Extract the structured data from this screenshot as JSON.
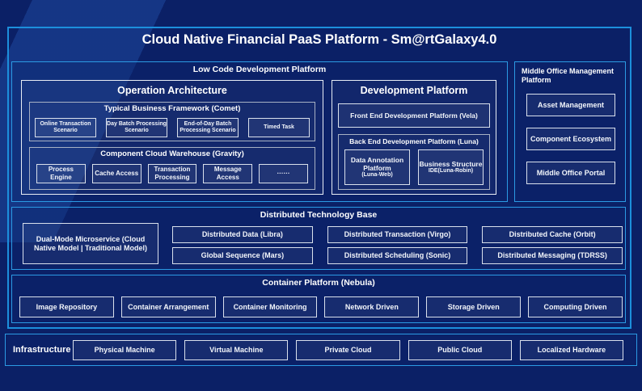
{
  "page": {
    "title": "Cloud Native Financial PaaS Platform - Sm@rtGalaxy4.0"
  },
  "low_code": {
    "title": "Low Code Development Platform",
    "operation": {
      "title": "Operation Architecture",
      "comet": {
        "title": "Typical Business Framework (Comet)",
        "items": [
          "Online Transaction Scenario",
          "Day Batch Processing Scenario",
          "End-of-Day Batch Processing Scenario",
          "Timed Task"
        ]
      },
      "gravity": {
        "title": "Component Cloud Warehouse (Gravity)",
        "items": [
          "Process Engine",
          "Cache Access",
          "Transaction Processing",
          "Message Access",
          "······"
        ]
      }
    },
    "development": {
      "title": "Development Platform",
      "front_end": {
        "label": "Front End Development Platform (Vela)"
      },
      "back_end": {
        "title": "Back End Development Platform (Luna)",
        "items": [
          {
            "label": "Data Annotation Platform",
            "sub": "(Luna-Web)"
          },
          {
            "label": "Business Structure",
            "sub": "IDE(Luna-Robin)"
          }
        ]
      }
    }
  },
  "middle_office": {
    "title": "Middle Office Management Platform",
    "items": [
      "Asset Management",
      "Component Ecosystem",
      "Middle Office Portal"
    ]
  },
  "distributed": {
    "title": "Distributed Technology Base",
    "microservice": "Dual-Mode Microservice (Cloud Native Model | Traditional Model)",
    "items": [
      "Distributed Data (Libra)",
      "Distributed Transaction (Virgo)",
      "Distributed Cache (Orbit)",
      "Global Sequence (Mars)",
      "Distributed Scheduling (Sonic)",
      "Distributed Messaging (TDRSS)"
    ]
  },
  "container_platform": {
    "title": "Container Platform (Nebula)",
    "items": [
      "Image Repository",
      "Container Arrangement",
      "Container Monitoring",
      "Network Driven",
      "Storage Driven",
      "Computing Driven"
    ]
  },
  "infrastructure": {
    "label": "Infrastructure",
    "items": [
      "Physical Machine",
      "Virtual Machine",
      "Private Cloud",
      "Public Cloud",
      "Localized Hardware"
    ]
  },
  "colors": {
    "background": "#0B2066",
    "frame_border": "#1C8FDC",
    "section_border": "#2B9AE4",
    "box_border_light": "#E8EDF5",
    "box_border_grey": "#A7B1C4",
    "text": "#FFFFFF"
  }
}
